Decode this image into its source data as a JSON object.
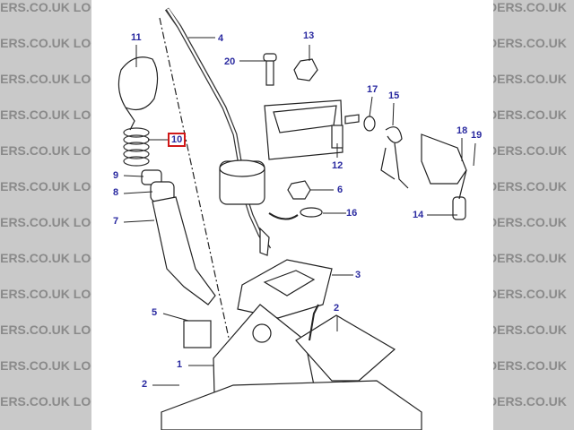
{
  "watermark": {
    "left_text": "DERS.CO.UK LOCOSTE",
    "right_text": "DERS.CO.UK"
  },
  "diagram": {
    "labels": [
      "11",
      "4",
      "13",
      "20",
      "17",
      "15",
      "10",
      "19",
      "18",
      "12",
      "9",
      "6",
      "8",
      "14",
      "16",
      "7",
      "3",
      "5",
      "2",
      "1",
      "2"
    ],
    "highlighted_label": "10",
    "highlight_color": "#d01818",
    "label_color": "#2a2aa0"
  }
}
